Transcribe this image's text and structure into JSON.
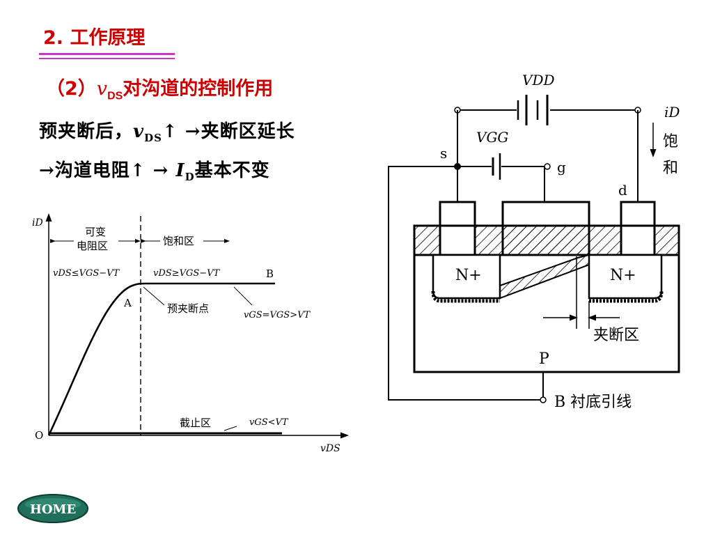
{
  "slide": {
    "title": "2. 工作原理",
    "subtitle_prefix": "（2）",
    "subtitle_var": "v",
    "subtitle_sub": "DS",
    "subtitle_suffix": "对沟道的控制作用",
    "line1_prefix": "预夹断后，",
    "line1_var": "v",
    "line1_sub": "DS",
    "line1_suffix": "↑ →夹断区延长",
    "line2_prefix": "→沟道电阻↑ → ",
    "line2_var": "I",
    "line2_sub": "D",
    "line2_suffix": "基本不变"
  },
  "graph": {
    "y_axis": "iD",
    "x_axis": "vDS",
    "origin": "O",
    "region_variable": "可变",
    "region_variable2": "电阻区",
    "region_saturation": "饱和区",
    "cond_left": "vDS≤VGS−VT",
    "cond_right": "vDS≥VGS−VT",
    "point_a": "A",
    "point_b": "B",
    "pinchoff_label": "预夹断点",
    "curve_cond": "vGS=VGS>VT",
    "cutoff_label": "截止区",
    "cutoff_cond": "vGS<VT"
  },
  "device": {
    "vdd": "VDD",
    "vgg": "VGG",
    "source": "s",
    "gate": "g",
    "drain": "d",
    "id_label": "iD",
    "id_state1": "饱",
    "id_state2": "和",
    "n_left": "N+",
    "n_right": "N+",
    "pinch_region": "夹断区",
    "substrate": "P",
    "bulk_label": "B 衬底引线"
  },
  "nav": {
    "home_label": "HOME"
  },
  "colors": {
    "title": "#cc0000",
    "rule": "#cc33cc",
    "home_bg": "#1f6f5a"
  }
}
